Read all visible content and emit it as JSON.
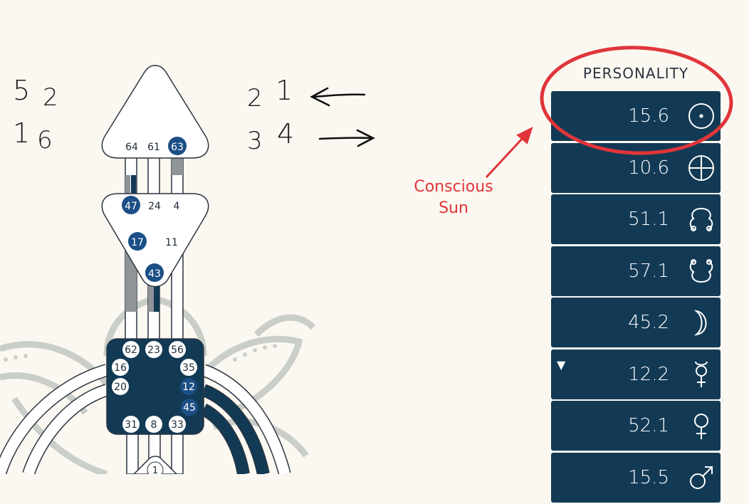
{
  "left_numbers": {
    "a": "5",
    "b": "2",
    "c": "1",
    "d": "6"
  },
  "middle_numbers": {
    "a": "2",
    "b": "1",
    "c": "3",
    "d": "4"
  },
  "head_gates": [
    "64",
    "61",
    "63"
  ],
  "ajna_gates": [
    "47",
    "24",
    "4",
    "17",
    "11",
    "43"
  ],
  "throat_gates": [
    "62",
    "23",
    "56",
    "16",
    "35",
    "20",
    "12",
    "45",
    "31",
    "8",
    "33"
  ],
  "g_gate": "1",
  "personality": {
    "title": "PERSONALITY",
    "rows": [
      {
        "value": "15.6",
        "planet": "sun-icon"
      },
      {
        "value": "10.6",
        "planet": "earth-icon"
      },
      {
        "value": "51.1",
        "planet": "north-node-icon"
      },
      {
        "value": "57.1",
        "planet": "south-node-icon"
      },
      {
        "value": "45.2",
        "planet": "moon-icon"
      },
      {
        "value": "12.2",
        "planet": "mercury-icon",
        "marker": "▼"
      },
      {
        "value": "52.1",
        "planet": "venus-icon"
      },
      {
        "value": "15.5",
        "planet": "mars-icon"
      }
    ]
  },
  "annotation": {
    "line1": "Conscious",
    "line2": "Sun"
  },
  "colors": {
    "navy": "#123a55",
    "gate_active": "#1b4f86",
    "accent_red": "#e0353a",
    "background": "#fbf7f1"
  }
}
